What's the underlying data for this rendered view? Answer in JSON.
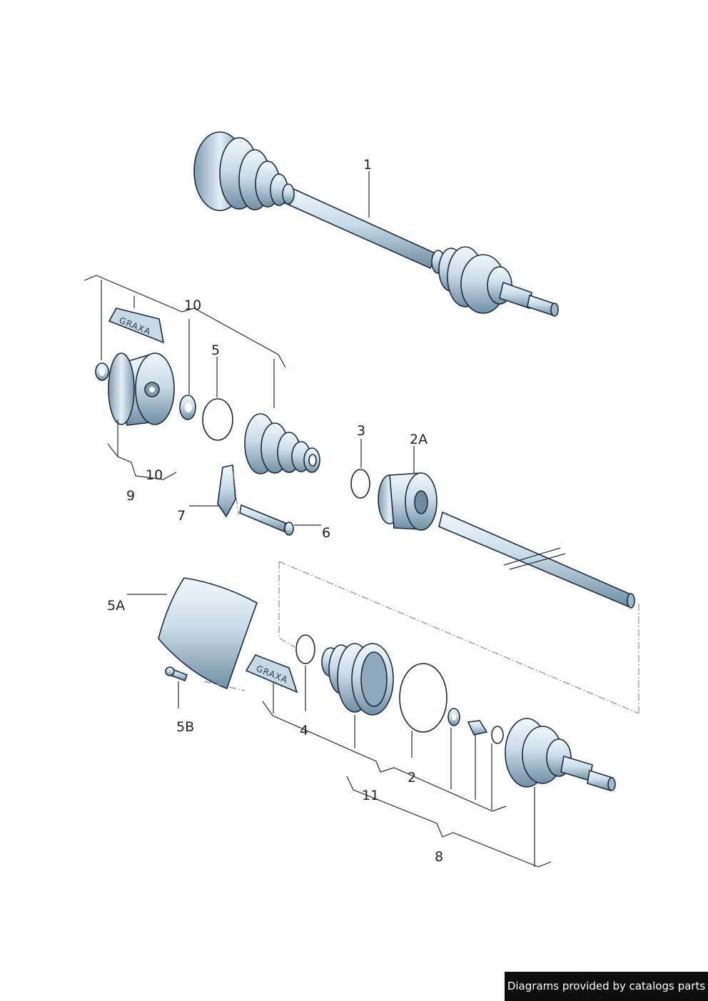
{
  "diagram": {
    "callouts": {
      "p1": "1",
      "p10a": "10",
      "p5": "5",
      "p3": "3",
      "p2a": "2A",
      "p10b": "10",
      "p9": "9",
      "p7": "7",
      "p6": "6",
      "p5a": "5A",
      "p5b": "5B",
      "p4": "4",
      "p2": "2",
      "p11": "11",
      "p8": "8"
    },
    "grease_label_top": "GRAXA",
    "grease_label_bottom": "GRAXA",
    "part_color": "#cfe0ea",
    "part_shadow": "#5e7f96"
  },
  "credit": "Diagrams provided by catalogs parts"
}
